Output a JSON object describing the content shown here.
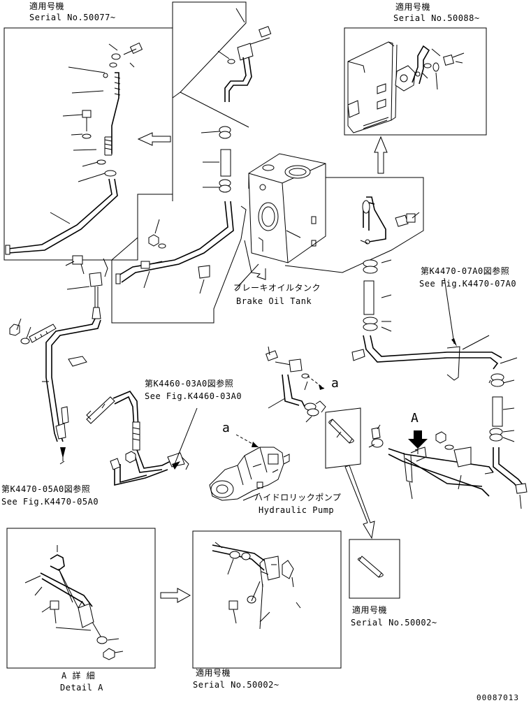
{
  "serial_top_left": {
    "label": "適用号機",
    "serial": "Serial No.50077~"
  },
  "serial_top_right": {
    "label": "適用号機",
    "serial": "Serial No.50088~"
  },
  "brake_oil_tank": {
    "jp": "ブレーキオイルタンク",
    "en": "Brake Oil Tank"
  },
  "ref_k4470_07a0": {
    "jp": "第K4470-07A0図参照",
    "en": "See Fig.K4470-07A0"
  },
  "ref_k4460_03a0": {
    "jp": "第K4460-03A0図参照",
    "en": "See Fig.K4460-03A0"
  },
  "ref_k4470_05a0": {
    "jp": "第K4470-05A0図参照",
    "en": "See Fig.K4470-05A0"
  },
  "hydraulic_pump": {
    "jp": "ハイドロリックポンプ",
    "en": "Hydraulic Pump"
  },
  "serial_mid_right": {
    "label": "適用号機",
    "serial": "Serial No.50002~"
  },
  "serial_bottom_mid": {
    "label": "適用号機",
    "serial": "Serial No.50002~"
  },
  "detail_a": {
    "jp": "A 詳 細",
    "en": "Detail A"
  },
  "markers": {
    "a_upper": "a",
    "a_lower": "a",
    "A_arrow": "A"
  },
  "drawing_number": "00087013"
}
